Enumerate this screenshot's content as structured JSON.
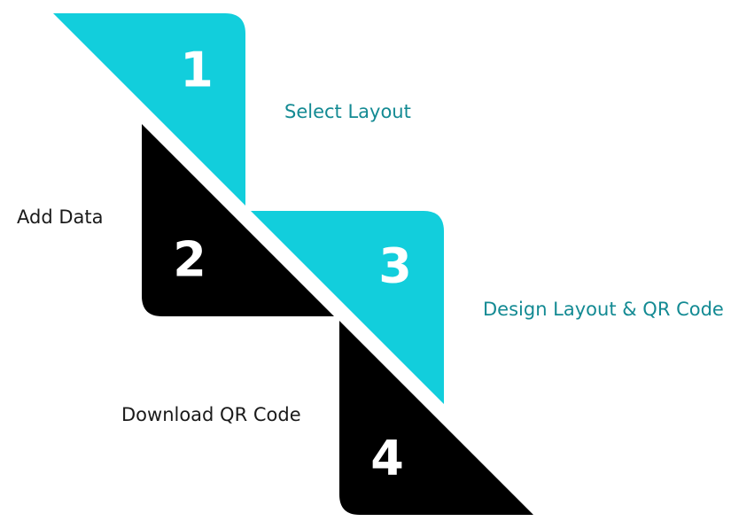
{
  "colors": {
    "cyan": "#12cedc",
    "black": "#000000",
    "number": "#ffffff",
    "label_cyan": "#138a93",
    "label_dark": "#1a1a1a"
  },
  "steps": [
    {
      "number": "1",
      "label": "Select Layout",
      "fill": "cyan"
    },
    {
      "number": "2",
      "label": "Add Data",
      "fill": "black"
    },
    {
      "number": "3",
      "label": "Design Layout & QR Code",
      "fill": "cyan"
    },
    {
      "number": "4",
      "label": "Download QR Code",
      "fill": "black"
    }
  ]
}
